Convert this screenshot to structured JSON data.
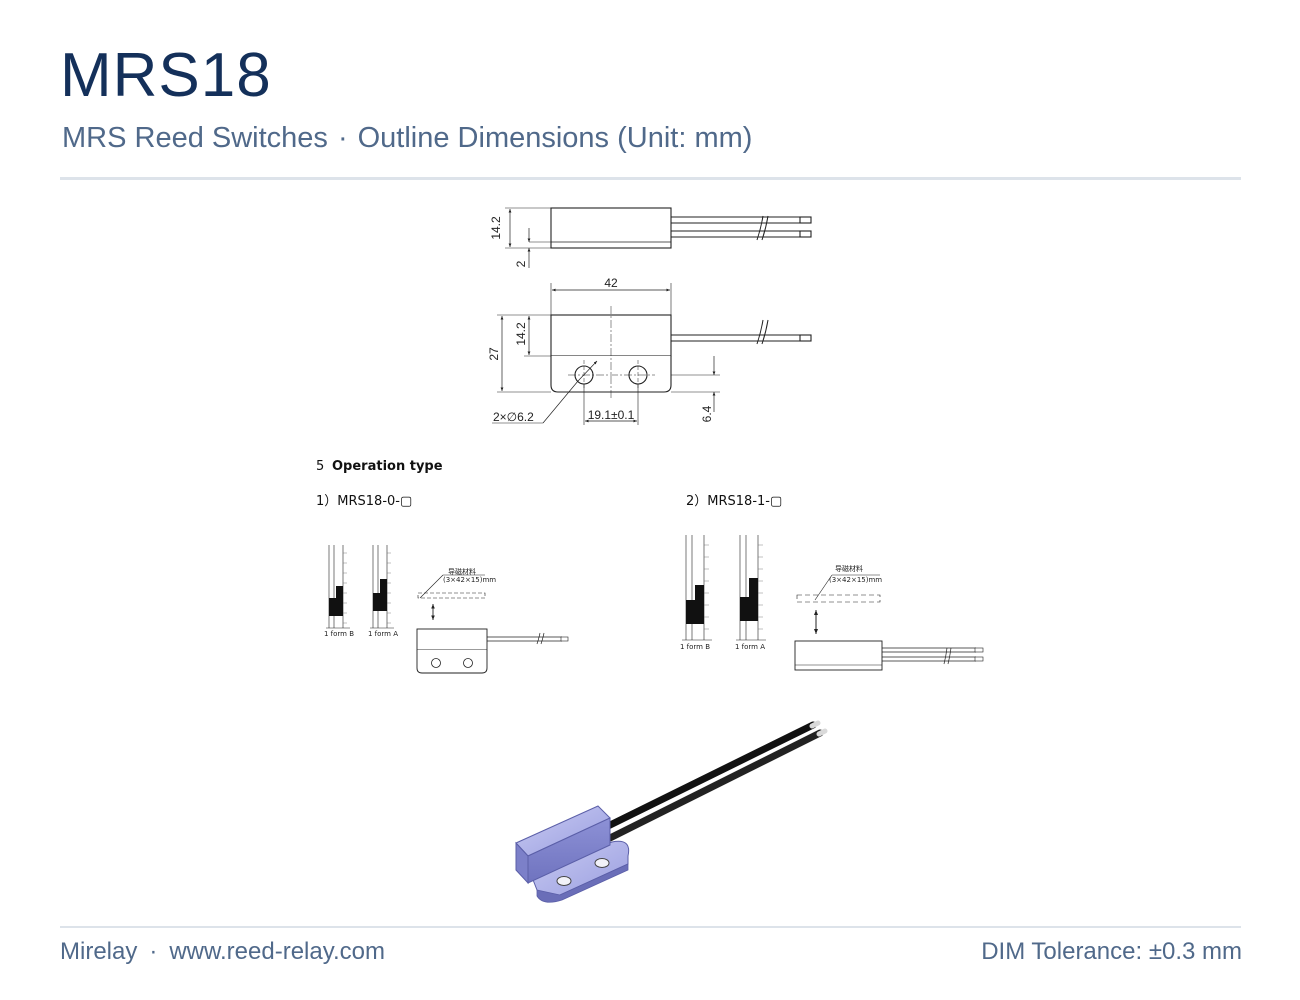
{
  "header": {
    "title": "MRS18",
    "subtitle_left": "MRS Reed Switches",
    "separator": "·",
    "subtitle_right": "Outline Dimensions (Unit: mm)"
  },
  "drawing": {
    "dims": {
      "height_side": "14.2",
      "base_side": "2",
      "length": "42",
      "total_height": "27",
      "height_front": "14.2",
      "holes": "2×∅6.2",
      "hole_pitch": "19.1±0.1",
      "hole_offset": "6.4"
    }
  },
  "operation": {
    "heading_num": "5",
    "heading": "Operation type",
    "variant1": {
      "label": "1）MRS18-0-▢",
      "material_cn": "导磁材料",
      "material_dim": "(3×42×15)mm",
      "form_b": "1 form B",
      "form_a": "1 form A"
    },
    "variant2": {
      "label": "2）MRS18-1-▢",
      "material_cn": "导磁材料",
      "material_dim": "(3×42×15)mm",
      "form_b": "1 form B",
      "form_a": "1 form A"
    }
  },
  "footer": {
    "brand": "Mirelay",
    "separator": "·",
    "url": "www.reed-relay.com",
    "tolerance": "DIM Tolerance: ±0.3 mm"
  }
}
